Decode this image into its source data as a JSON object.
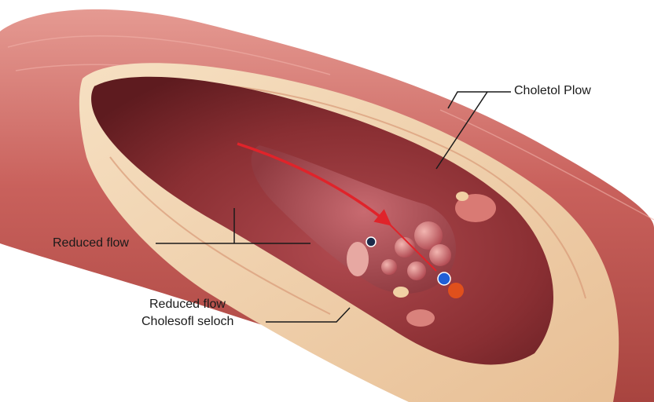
{
  "labels": {
    "top_right": "Choletol Plow",
    "left": "Reduced flow",
    "bottom_line1": "Reduced flow",
    "bottom_line2": "Cholesofl seloch"
  },
  "colors": {
    "outer_wall": "#c9615c",
    "wall_highlight": "#e59a92",
    "intima_cream": "#f1d3ad",
    "lumen": "#8a2f33",
    "plaque": "#b2525a",
    "flow_arrow": "#e0232a",
    "blue_marker": "#1f5fd6",
    "orange_marker": "#e0501c",
    "leader_line": "#1a1a1a"
  }
}
